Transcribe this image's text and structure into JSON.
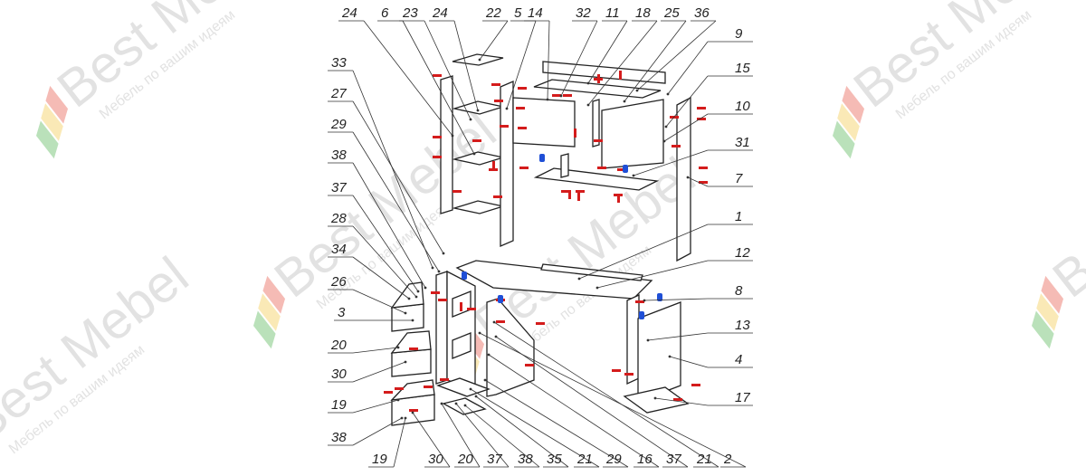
{
  "watermark": {
    "brand": "Best Mebel",
    "slogan": "Мебель по вашим идеям",
    "colors": {
      "green": "#3aa83a",
      "yellow": "#f2c12e",
      "red": "#e23b2c",
      "text": "#bfbfbf"
    }
  },
  "diagram": {
    "type": "exploded assembly drawing",
    "hardware_colors": {
      "fastener": "#d41c1c",
      "connector": "#1f4fd6"
    },
    "callouts": [
      "24",
      "6",
      "23",
      "24",
      "22",
      "5",
      "14",
      "32",
      "11",
      "18",
      "25",
      "36",
      "9",
      "15",
      "10",
      "31",
      "7",
      "33",
      "27",
      "29",
      "38",
      "37",
      "28",
      "34",
      "26",
      "3",
      "20",
      "30",
      "19",
      "38",
      "1",
      "12",
      "8",
      "13",
      "4",
      "17",
      "19",
      "30",
      "20",
      "37",
      "38",
      "35",
      "21",
      "29",
      "16",
      "37",
      "21",
      "2"
    ]
  }
}
